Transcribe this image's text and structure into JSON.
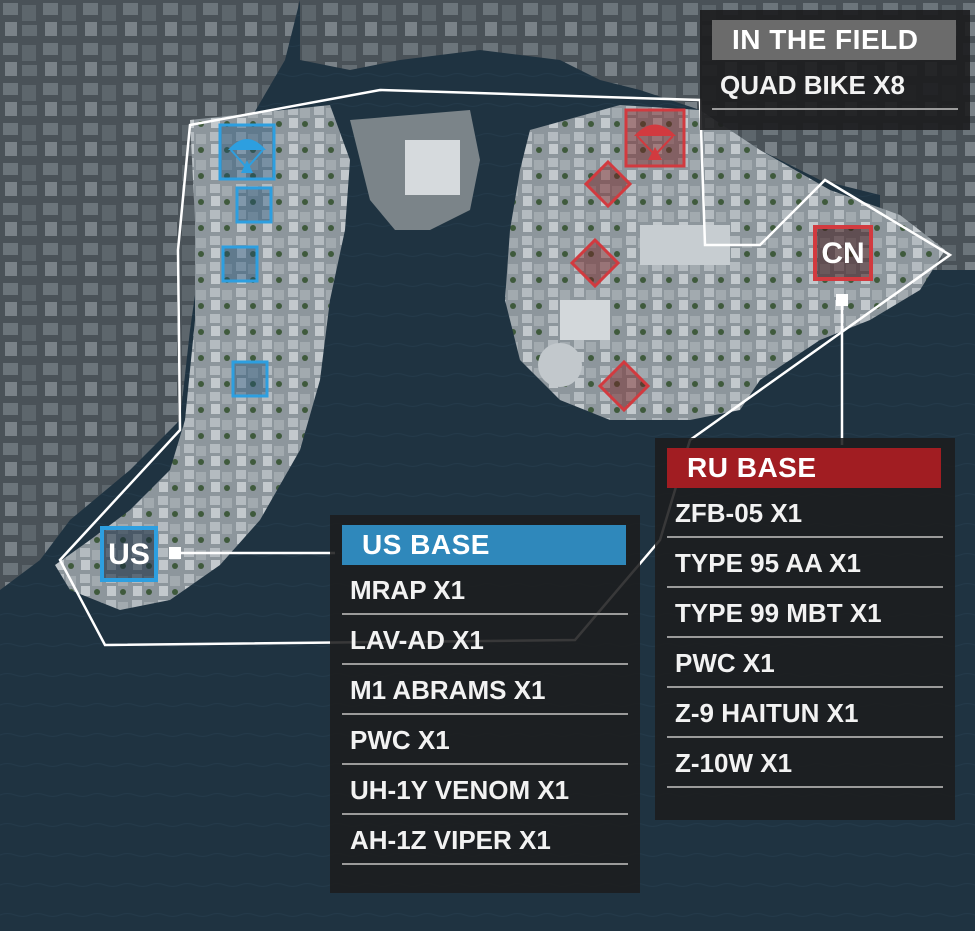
{
  "field": {
    "title": "IN THE FIELD",
    "items": [
      "QUAD BIKE X8"
    ]
  },
  "us_base": {
    "label": "US",
    "title": "US BASE",
    "items": [
      "MRAP X1",
      "LAV-AD X1",
      "M1 ABRAMS X1",
      "PWC X1",
      "UH-1Y VENOM X1",
      "AH-1Z VIPER X1"
    ],
    "color": "#2f88bb"
  },
  "ru_base": {
    "label": "CN",
    "title": "RU BASE",
    "items": [
      "ZFB-05 X1",
      "TYPE 95 AA X1",
      "TYPE 99 MBT X1",
      "PWC X1",
      "Z-9 HAITUN X1",
      "Z-10W X1"
    ],
    "color": "#a11d22"
  },
  "map_icons": {
    "us_spawn": "parachute-icon",
    "ru_spawn": "parachute-icon",
    "us_objectives": "blue-square-marker",
    "ru_objectives": "red-diamond-marker"
  },
  "colors": {
    "us_accent": "#2d9fe0",
    "ru_accent": "#d23a3f",
    "water": "#1e3240",
    "boundary": "#ffffff"
  }
}
